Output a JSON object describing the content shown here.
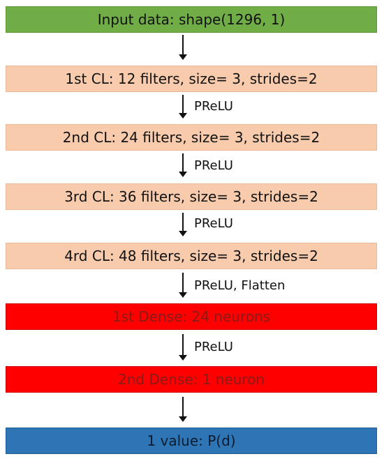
{
  "layers": {
    "input": "Input data: shape(1296, 1)",
    "conv1": "1st CL: 12 filters, size= 3, strides=2",
    "conv2": "2nd CL: 24 filters, size= 3, strides=2",
    "conv3": "3rd CL: 36 filters, size= 3, strides=2",
    "conv4": "4rd CL: 48 filters, size= 3, strides=2",
    "dense1": "1st Dense: 24 neurons",
    "dense2": "2nd Dense: 1 neuron",
    "output": "1 value: P(d)"
  },
  "edges": {
    "conv1_to_conv2": "PReLU",
    "conv2_to_conv3": "PReLU",
    "conv3_to_conv4": "PReLU",
    "conv4_to_dense1": "PReLU, Flatten",
    "dense1_to_dense2": "PReLU"
  },
  "colors": {
    "input": "#70ad47",
    "conv": "#f8cbad",
    "dense": "#ff0000",
    "output": "#2e75b6"
  }
}
